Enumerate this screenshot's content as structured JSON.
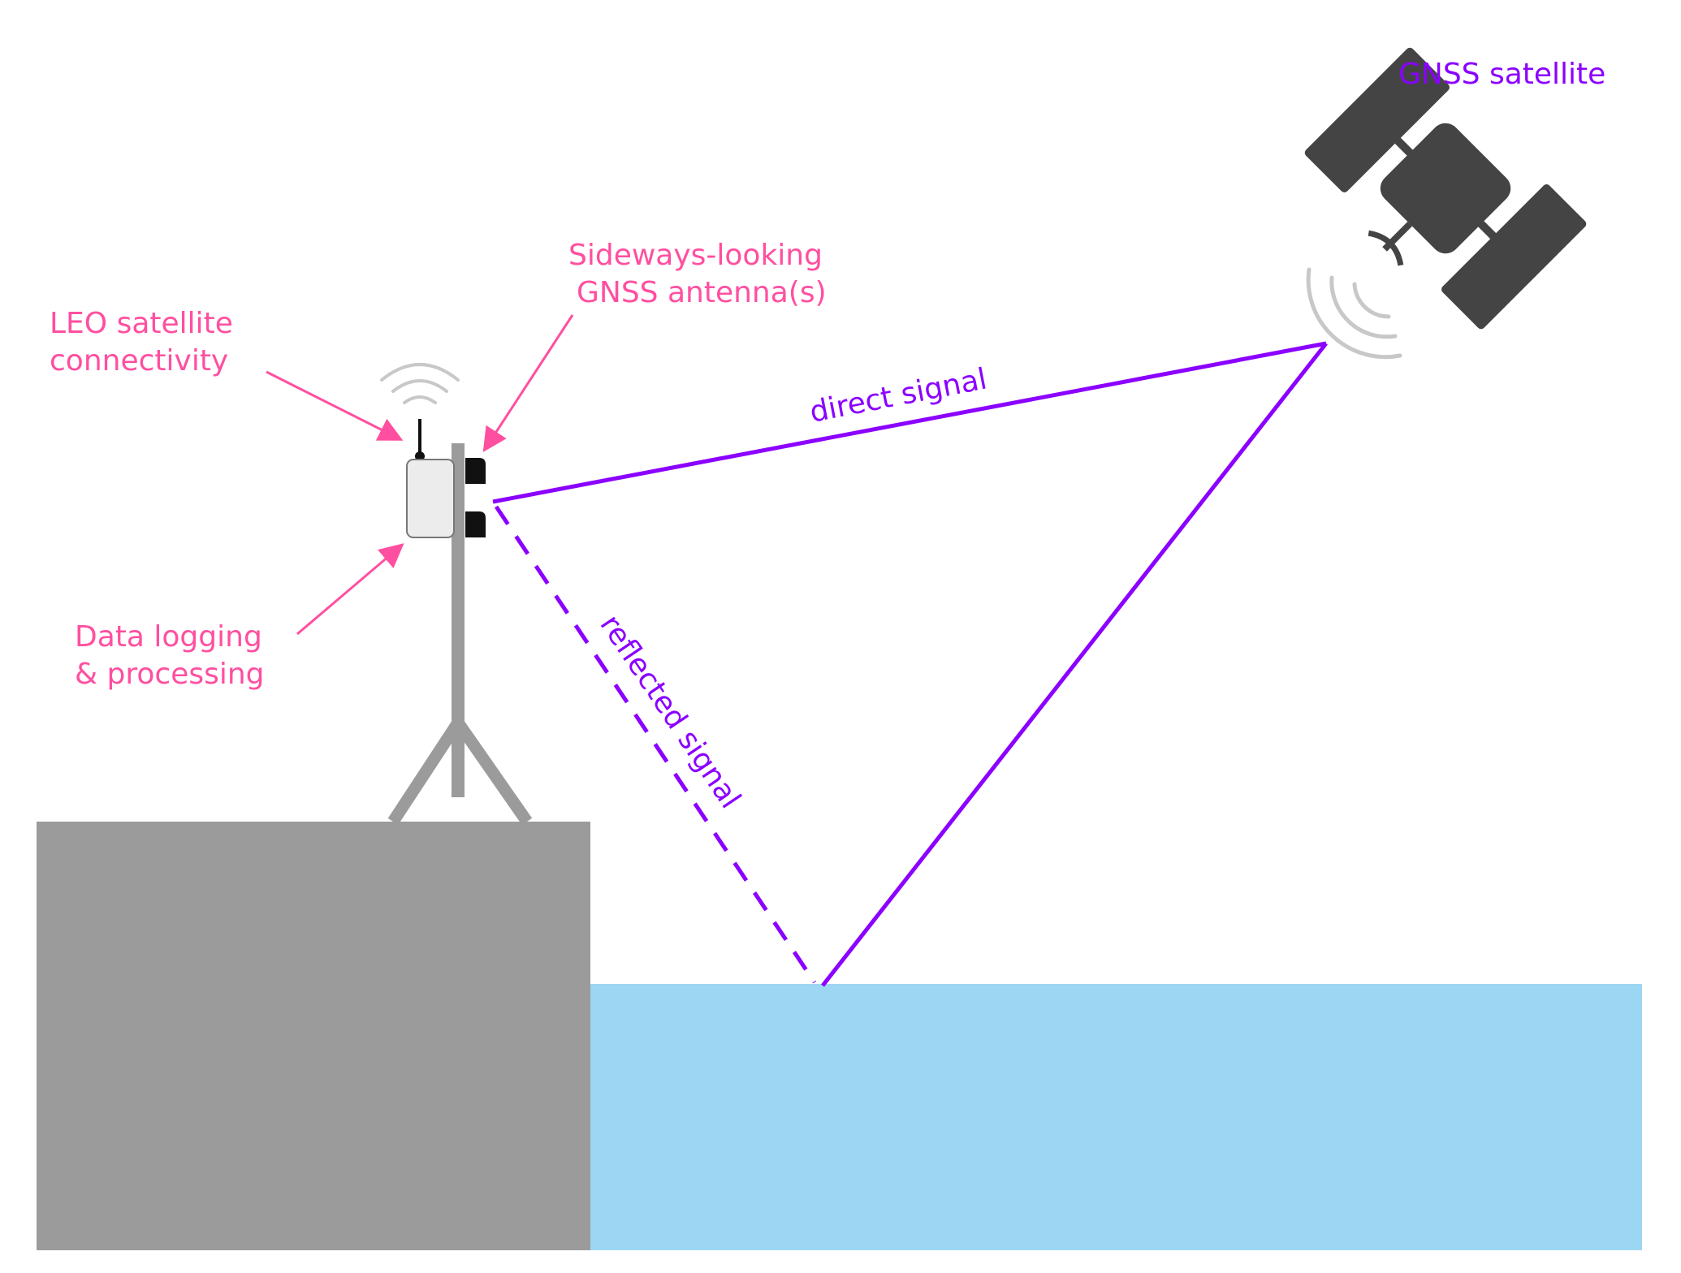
{
  "labels": {
    "gnss_satellite": "GNSS satellite",
    "sideways_antenna_line1": "Sideways-looking",
    "sideways_antenna_line2": "GNSS antenna(s)",
    "leo_line1": "LEO satellite",
    "leo_line2": "connectivity",
    "datalog_line1": "Data logging",
    "datalog_line2": "& processing",
    "direct_signal": "direct signal",
    "reflected_signal": "reflected signal"
  },
  "colors": {
    "signal": "#8b00ff",
    "annotation": "#ff4fa0",
    "water": "#9dd6f2",
    "ground": "#9b9b9b",
    "mast": "#9b9b9b",
    "satellite": "#444444",
    "antenna": "#111111",
    "logger_box": "#ececec",
    "waves": "#c8c8c8"
  },
  "icons": {
    "satellite": "satellite-icon",
    "antenna": "gnss-antenna-icon",
    "logger": "data-logger-icon",
    "radio_waves": "radio-waves-icon"
  }
}
